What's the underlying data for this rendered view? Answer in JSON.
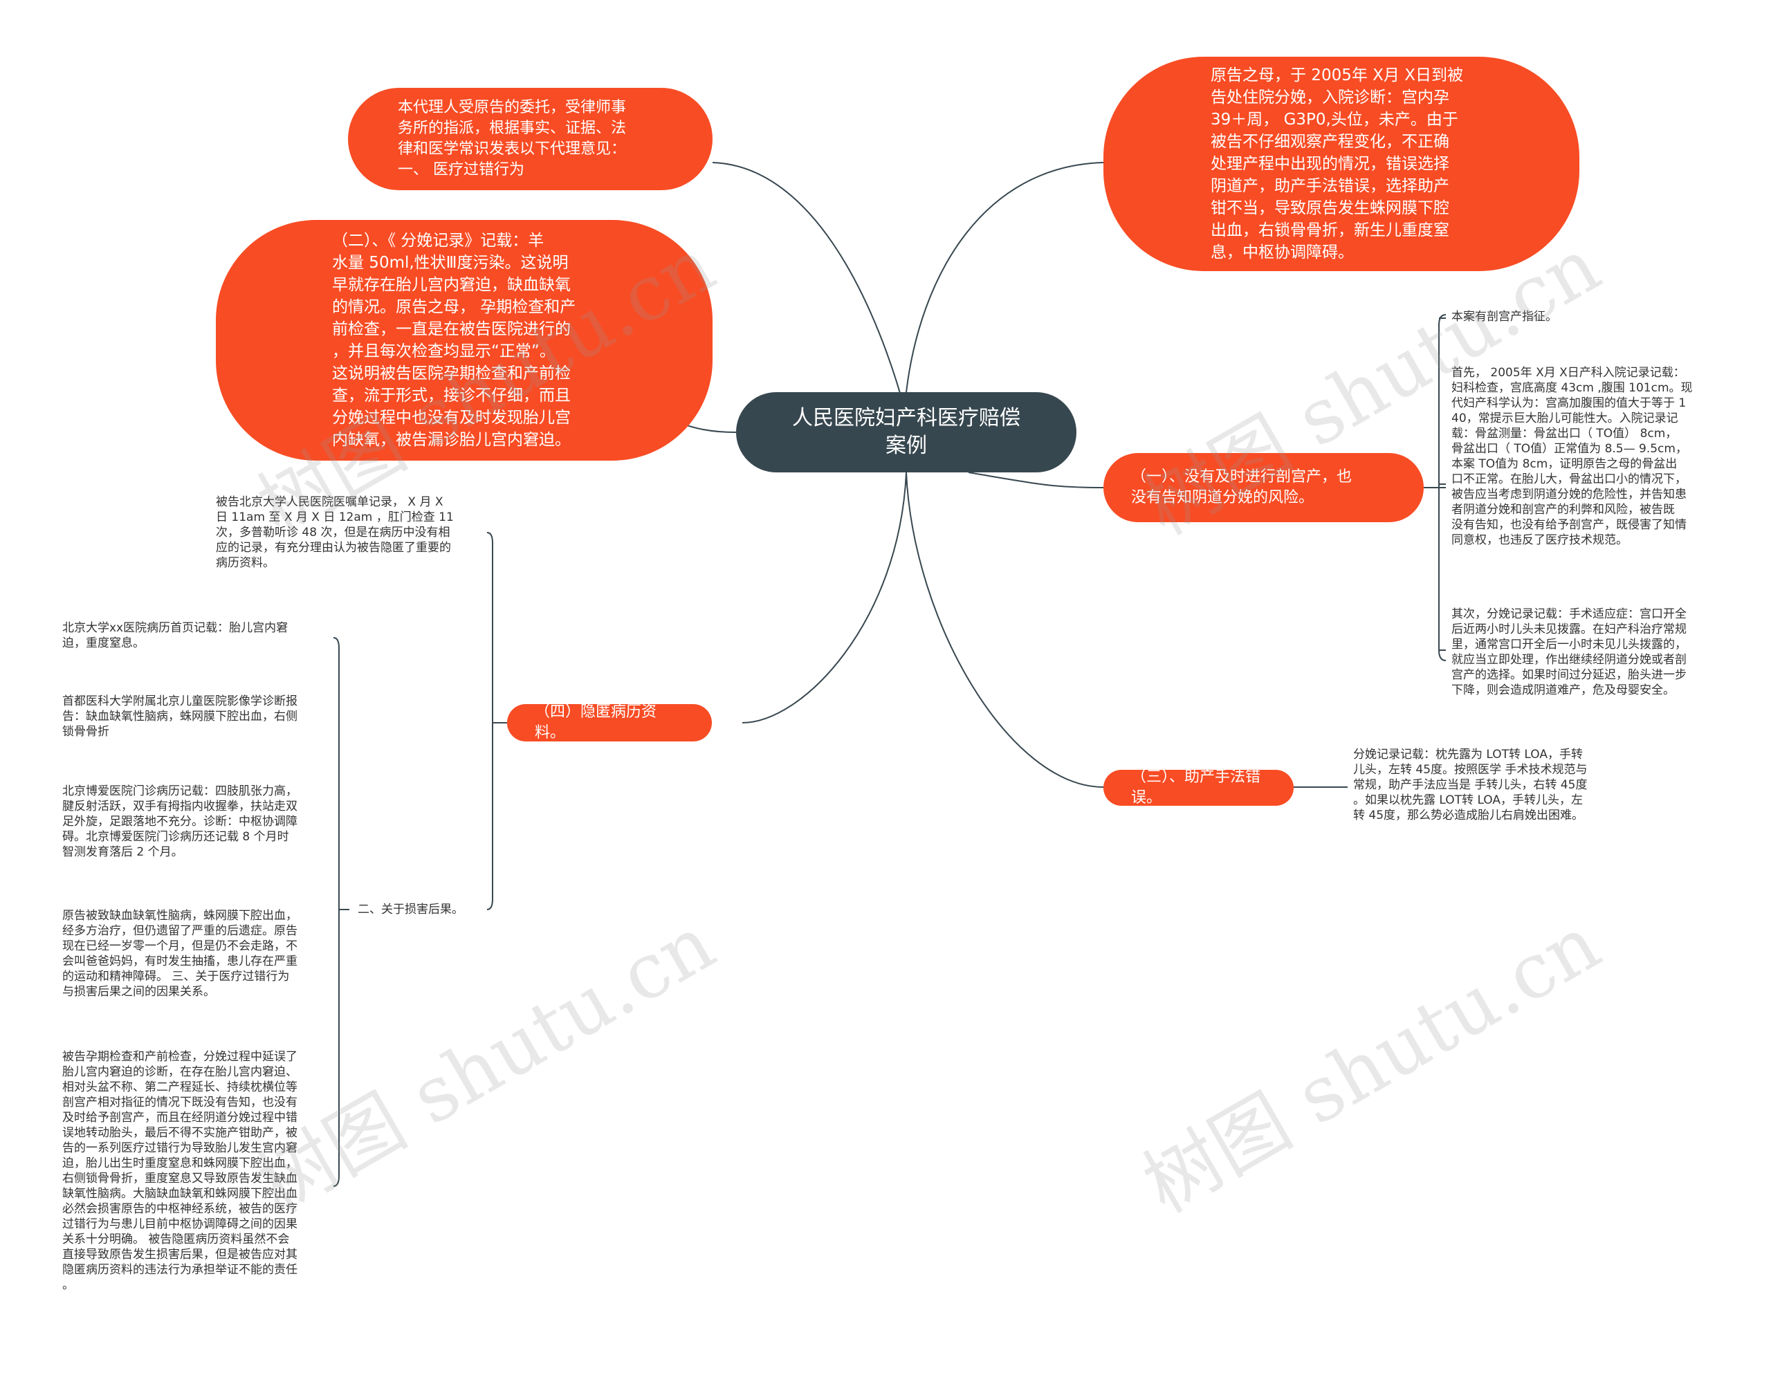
{
  "root": {
    "title": "人民医院妇产科医疗赔偿\n案例"
  },
  "branches": {
    "intro": "本代理人受原告的委托，受律师事\n务所的指派，根据事实、证据、法\n律和医学常识发表以下代理意见：\n一、      医疗过错行为",
    "record2": "（二）、《 分娩记录》记载：羊\n水量 50ml,性状Ⅲ度污染。这说明\n早就存在胎儿宫内窘迫，缺血缺氧\n的情况。原告之母，  孕期检查和产\n前检查，一直是在被告医院进行的\n，并且每次检查均显示“正常”。\n这说明被告医院孕期检查和产前检\n查，流于形式，接诊不仔细，而且\n分娩过程中也没有及时发现胎儿宫\n内缺氧，被告漏诊胎儿宫内窘迫。",
    "facts": "原告之母，于 2005年 X月 X日到被\n告处住院分娩，入院诊断：宫内孕\n39＋周，  G3P0,头位，未产。由于\n被告不仔细观察产程变化，不正确\n处理产程中出现的情况，错误选择\n阴道产，助产手法错误，选择助产\n钳不当，导致原告发生蛛网膜下腔\n出血，右锁骨骨折，新生儿重度窒\n息，中枢协调障碍。",
    "item1": "（一）、没有及时进行剖宫产，也\n没有告知阴道分娩的风险。",
    "item3": "（三）、助产手法错误。",
    "item4": "（四）隐匿病历资料。"
  },
  "item1_leaves": [
    "本案有剖宫产指征。",
    "首先，  2005年 X月 X日产科入院记录记载：\n妇科检查，宫底高度 43cm ,腹围 101cm。现\n代妇产科学认为：宫高加腹围的值大于等于 1\n40，常提示巨大胎儿可能性大。入院记录记\n载：骨盆测量：骨盆出口（ TO值） 8cm，\n骨盆出口（ TO值）正常值为 8.5— 9.5cm，\n本案 TO值为 8cm，证明原告之母的骨盆出\n口不正常。在胎儿大，骨盆出口小的情况下，\n被告应当考虑到阴道分娩的危险性，并告知患\n者阴道分娩和剖宫产的利弊和风险，被告既\n没有告知，也没有给予剖宫产，既侵害了知情\n同意权，也违反了医疗技术规范。",
    "其次，分娩记录记载：手术适应症：宫口开全\n后近两小时儿头未见拨露。在妇产科治疗常规\n里，通常宫口开全后一小时未见儿头拨露的，\n就应当立即处理，作出继续经阴道分娩或者剖\n宫产的选择。如果时间过分延迟，胎头进一步\n下降，则会造成阴道难产，危及母婴安全。"
  ],
  "item3_leaf": "分娩记录记载：枕先露为 LOT转 LOA，手转\n儿头，左转 45度。按照医学 手术技术规范与\n常规，助产手法应当是 手转儿头，右转 45度\n。如果以枕先露 LOT转 LOA，手转儿头，左\n转 45度，那么势必造成胎儿右肩娩出困难。",
  "item4_top_leaf": "被告北京大学人民医院医嘱单记录，  X 月 X\n日 11am 至 X 月 X 日 12am ，肛门检查 11\n次，多普勒听诊 48 次，但是在病历中没有相\n应的记录，有充分理由认为被告隐匿了重要的\n病历资料。",
  "damage_label": "二、关于损害后果。",
  "damage_leaves": [
    "北京大学xx医院病历首页记载：胎儿宫内窘\n迫，重度窒息。",
    "首都医科大学附属北京儿童医院影像学诊断报\n告：缺血缺氧性脑病，蛛网膜下腔出血，右侧\n锁骨骨折",
    "北京博爱医院门诊病历记载：四肢肌张力高，\n腱反射活跃，双手有拇指内收握拳，扶站走双\n足外旋，足跟落地不充分。诊断：中枢协调障\n碍。北京博爱医院门诊病历还记载 8 个月时\n智测发育落后 2 个月。",
    "原告被致缺血缺氧性脑病，蛛网膜下腔出血，\n经多方治疗，但仍遗留了严重的后遗症。原告\n现在已经一岁零一个月，但是仍不会走路，不\n会叫爸爸妈妈，有时发生抽搐，患儿存在严重\n的运动和精神障碍。  三、关于医疗过错行为\n与损害后果之间的因果关系。",
    "被告孕期检查和产前检查，分娩过程中延误了\n胎儿宫内窘迫的诊断，在存在胎儿宫内窘迫、\n相对头盆不称、第二产程延长、持续枕横位等\n剖宫产相对指征的情况下既没有告知，也没有\n及时给予剖宫产，而且在经阴道分娩过程中错\n误地转动胎头，最后不得不实施产钳助产，被\n告的一系列医疗过错行为导致胎儿发生宫内窘\n迫，胎儿出生时重度窒息和蛛网膜下腔出血，\n右侧锁骨骨折，重度窒息又导致原告发生缺血\n缺氧性脑病。大脑缺血缺氧和蛛网膜下腔出血\n必然会损害原告的中枢神经系统，被告的医疗\n过错行为与患儿目前中枢协调障碍之间的因果\n关系十分明确。  被告隐匿病历资料虽然不会\n直接导致原告发生损害后果，但是被告应对其\n隐匿病历资料的违法行为承担举证不能的责任\n。"
  ],
  "watermark": "树图 shutu.cn",
  "colors": {
    "accent": "#f84c24",
    "root": "#37474f",
    "link": "#37474f"
  }
}
